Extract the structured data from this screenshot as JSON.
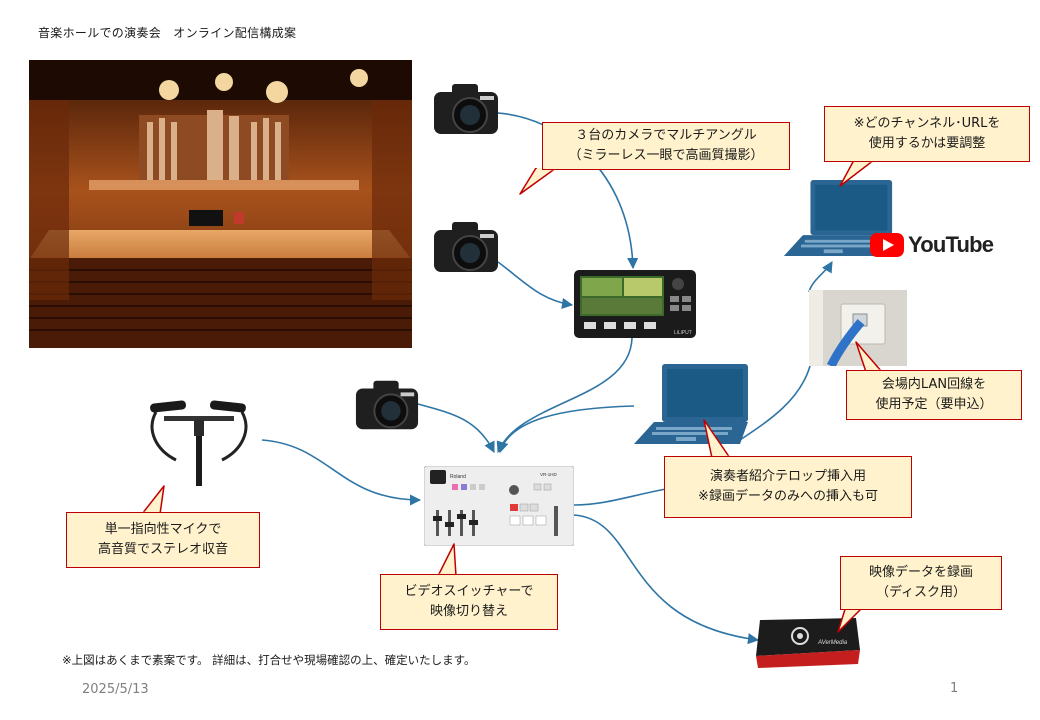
{
  "page": {
    "title": "音楽ホールでの演奏会　オンライン配信構成案",
    "footnote": "※上図はあくまで素案です。 詳細は、打合せや現場確認の上、確定いたします。",
    "date": "2025/5/13",
    "page_number": "1"
  },
  "callouts": {
    "cameras": "３台のカメラでマルチアングル\n（ミラーレス一眼で高画質撮影）",
    "channel": "※どのチャンネル･URLを\n使用するかは要調整",
    "lan": "会場内LAN回線を\n使用予定（要申込）",
    "telop": "演奏者紹介テロップ挿入用\n※録画データのみへの挿入も可",
    "mic": "単一指向性マイクで\n高音質でステレオ収音",
    "switcher": "ビデオスイッチャーで\n映像切り替え",
    "record": "映像データを録画\n（ディスク用）"
  },
  "labels": {
    "youtube": "YouTube",
    "monitor_brand": "LiLiPUT",
    "switcher_brand": "Roland",
    "switcher_model": "VR-1HD",
    "capture_brand": "AVerMedia"
  },
  "colors": {
    "wire": "#2e75a6",
    "callout_fill": "#fff2cc",
    "callout_border": "#c00000",
    "youtube_red": "#ff0000"
  }
}
